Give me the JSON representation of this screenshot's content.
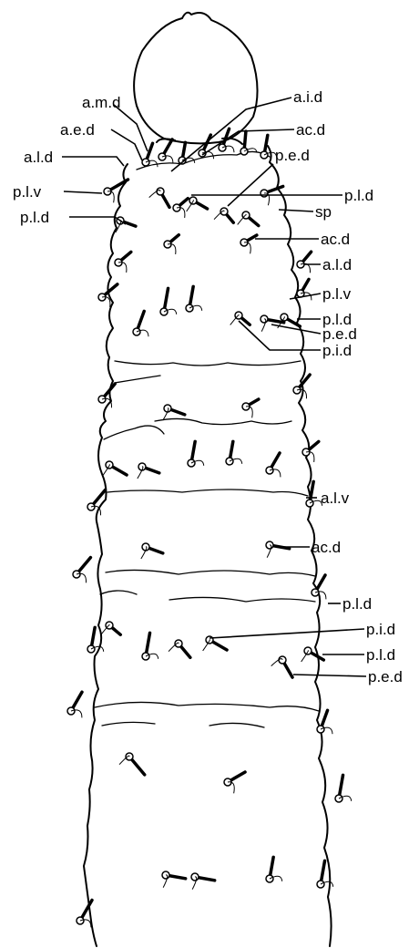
{
  "labels": {
    "a_m_d": "a.m.d",
    "a_i_d_1": "a.i.d",
    "a_e_d": "a.e.d",
    "ac_d_1": "ac.d",
    "a_l_d_1": "a.l.d",
    "p_e_d_1": "p.e.d",
    "p_l_v_1": "p.l.v",
    "p_l_d_1": "p.l.d",
    "p_l_d_2": "p.l.d",
    "sp": "sp",
    "ac_d_2": "ac.d",
    "a_l_d_2": "a.l.d",
    "p_l_v_2": "p.l.v",
    "p_l_d_3": "p.l.d",
    "p_e_d_2": "p.e.d",
    "p_i_d_1": "p.i.d",
    "a_l_v": "a.l.v",
    "ac_d_3": "ac.d",
    "p_l_d_4": "p.l.d",
    "p_i_d_2": "p.i.d",
    "p_l_d_5": "p.l.d",
    "p_e_d_3": "p.e.d"
  },
  "colors": {
    "ink": "#000000",
    "paper": "#ffffff"
  }
}
